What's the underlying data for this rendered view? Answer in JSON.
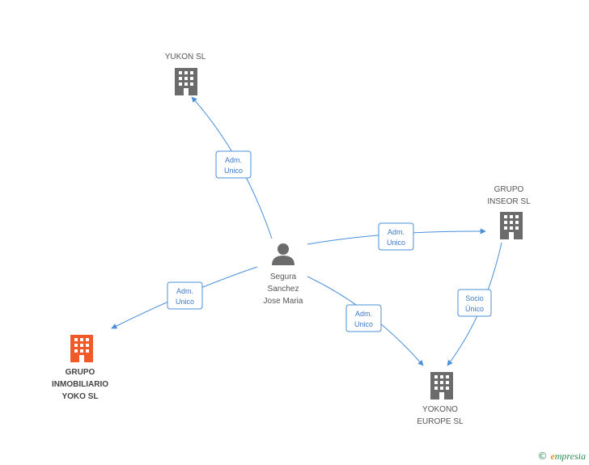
{
  "nodes": {
    "person": {
      "lines": [
        "Segura",
        "Sanchez",
        "Jose Maria"
      ]
    },
    "yukon": {
      "lines": [
        "YUKON SL"
      ]
    },
    "inseor": {
      "lines": [
        "GRUPO",
        "INSEOR  SL"
      ]
    },
    "yoko": {
      "lines": [
        "GRUPO",
        "INMOBILIARIO",
        "YOKO SL"
      ]
    },
    "yokono": {
      "lines": [
        "YOKONO",
        "EUROPE  SL"
      ]
    }
  },
  "edges": {
    "to_yukon": [
      "Adm.",
      "Unico"
    ],
    "to_inseor": [
      "Adm.",
      "Unico"
    ],
    "to_yoko": [
      "Adm.",
      "Unico"
    ],
    "to_yokono": [
      "Adm.",
      "Unico"
    ],
    "inseor_to_yokono": [
      "Socio",
      "Único"
    ]
  },
  "colors": {
    "building": "#6b6b6b",
    "building_highlight": "#f05a28",
    "person": "#6b6b6b",
    "edge": "#4a90d9"
  },
  "footer": {
    "copyright_symbol": "©",
    "brand_initial": "e",
    "brand_rest": "mpresia"
  }
}
